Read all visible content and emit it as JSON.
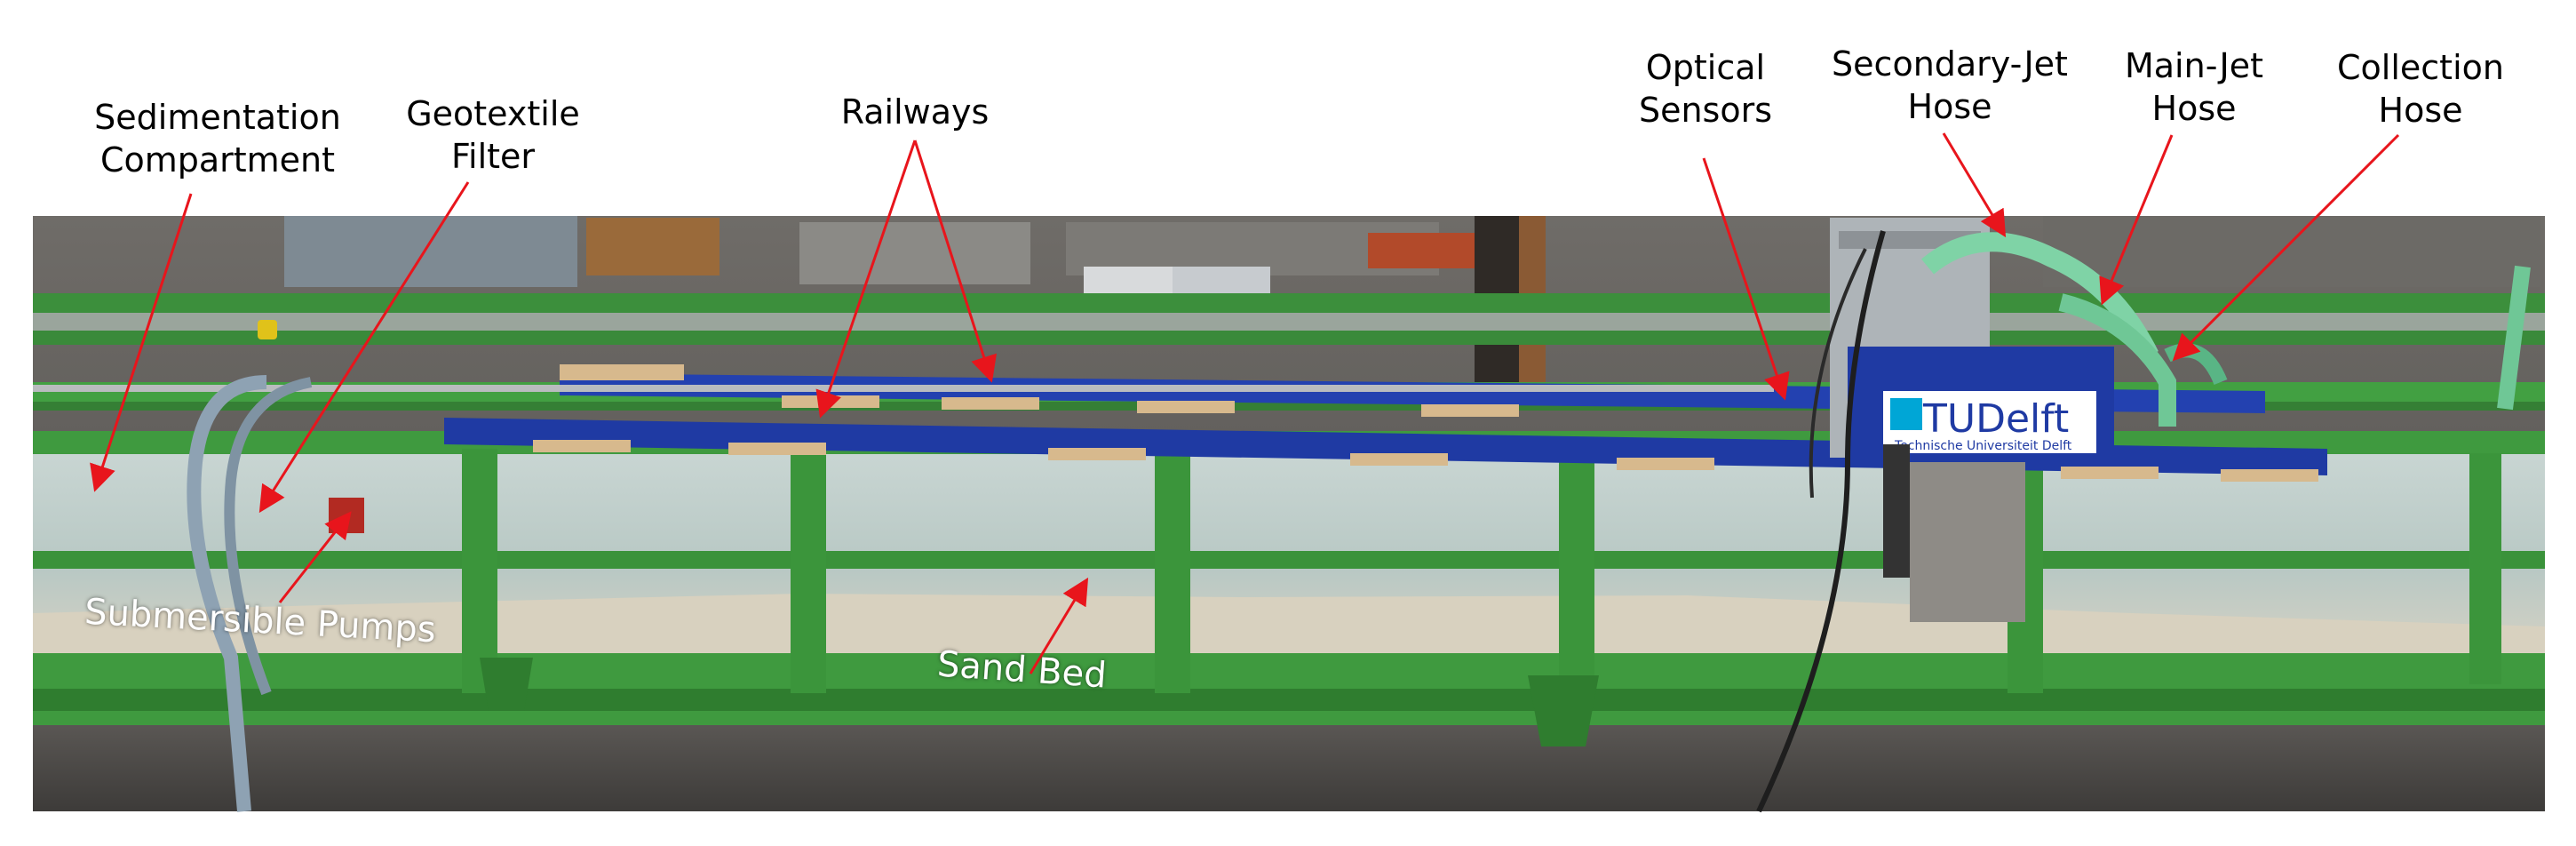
{
  "labels": {
    "sedimentation_compartment": "Sedimentation Compartment",
    "geotextile_filter": "Geotextile Filter",
    "railways": "Railways",
    "optical_sensors": "Optical Sensors",
    "secondary_jet_hose": "Secondary-Jet Hose",
    "main_jet_hose": "Main-Jet Hose",
    "collection_hose": "Collection Hose",
    "submersible_pumps": "Submersible Pumps",
    "sand_bed": "Sand Bed"
  },
  "logo": {
    "brand": "TUDelft",
    "subtitle": "Technische Universiteit Delft"
  },
  "colors": {
    "frame_green": "#3f9a3f",
    "rail_blue": "#1f3fae",
    "annotation_red": "#e8151c",
    "hose_green": "#7fd3a6",
    "sand": "#ddd7c8"
  }
}
